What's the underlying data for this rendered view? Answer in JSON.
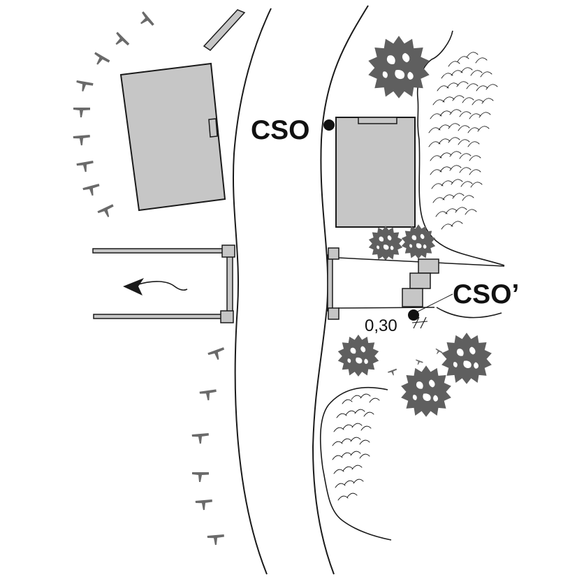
{
  "labels": {
    "cso": "CSO",
    "cso_prime": "CSO’",
    "distance": "0,30"
  },
  "colors": {
    "building_fill": "#c6c6c6",
    "tree_fill": "#5f5f5f",
    "line": "#1a1a1a"
  },
  "icons": [
    "tree-symbol-icon",
    "grass-tuft-icon",
    "flow-arrow-icon",
    "measurement-point-icon"
  ]
}
